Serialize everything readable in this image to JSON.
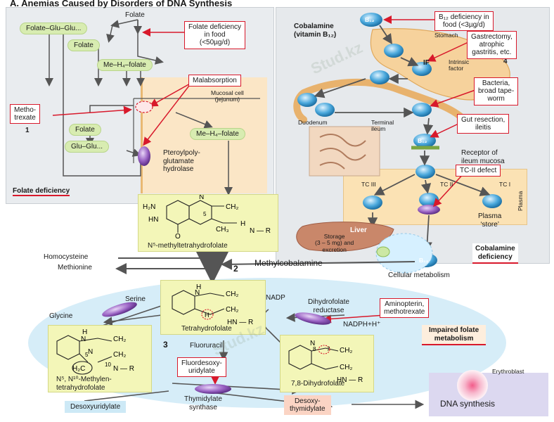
{
  "title": "A. Anemias Caused by Disorders of DNA Synthesis",
  "folate": {
    "folate_top": "Folate",
    "folate_glu": "Folate–Glu–Glu...",
    "folate_pill": "Folate",
    "me_h4_folate": "Me–H₄–folate",
    "mucosal_cell": "Mucosal cell\n(jejunum)",
    "folate_inner": "Folate",
    "glu_glu": "Glu–Glu...",
    "me_h4_folate_2": "Me–H₄–folate",
    "hydrolase": "Pteroylpoly-\nglutamate\nhydrolase",
    "number": "1",
    "caption": "Folate deficiency"
  },
  "red_boxes": {
    "folate_food": "Folate deficiency\nin food\n(<50µg/d)",
    "malabsorption": "Malabsorption",
    "methotrexate": "Metho-\ntrexate",
    "b12_food": "B₁₂ deficiency in\nfood (<3µg/d)",
    "gastrectomy": "Gastrectomy,\natrophic\ngastritis, etc.",
    "bacteria": "Bacteria,\nbroad tape-\nworm",
    "gut_resection": "Gut resection,\nileitis",
    "tc2_defect": "TC-II defect",
    "aminopterin": "Aminopterin,\nmethotrexate",
    "fluordesoxy": "Fluordesoxy-\nuridylate"
  },
  "cobalamine": {
    "title": "Cobalamine\n(vitamin B₁₂)",
    "b12": "B₁₂",
    "stomach": "Stomach",
    "if": "IF",
    "intrinsic": "Intrinsic\nfactor",
    "number": "4",
    "duodenum": "Duodenum",
    "terminal_ileum": "Terminal\nileum",
    "receptor": "Receptor of\nileum mucosa",
    "tc3": "TC III",
    "tc2": "TC II",
    "tc1": "TC I",
    "plasma": "Plasma",
    "plasma_store": "Plasma\n‘store’",
    "liver": "Liver",
    "storage": "Storage\n(3 – 5 mg) and\nexcretion",
    "cellular": "Cellular metabolism",
    "caption": "Cobalamine\ndeficiency"
  },
  "chem": {
    "n5_methyl": "N⁵-methyltetrahydrofolate",
    "homocysteine": "Homocysteine",
    "methionine": "Methionine",
    "methylcobalamine": "Methylcobalamine",
    "number2": "2",
    "tetrahydrofolate": "Tetrahydrofolate",
    "serine": "Serine",
    "glycine": "Glycine",
    "nadp": "NADP",
    "dhf_reductase": "Dihydrofolate\nreductase",
    "nadph": "NADPH+H⁺",
    "impaired": "Impaired folate\nmetabolism",
    "number3": "3",
    "fluoruracil": "Fluoruracil",
    "methylen": "N⁵, N¹⁰-Methylen-\ntetrahydrofolate",
    "dihydrofolate": "7,8-Dihydrofolate",
    "thymidylate": "Thymidylate\nsynthase",
    "desoxyuridylate": "Desoxyuridylate",
    "desoxythymidylate": "Desoxy-\nthymidylate",
    "erythroblast": "Erythroblast",
    "dna_synthesis": "DNA synthesis"
  },
  "watermark": "Stud.kz",
  "colors": {
    "red": "#d8192b",
    "green_pill": "#d8ecb1",
    "chem_box": "#f3f6b8",
    "blue_ellipse": "#d6edf8",
    "purple": "#8a55b5"
  }
}
